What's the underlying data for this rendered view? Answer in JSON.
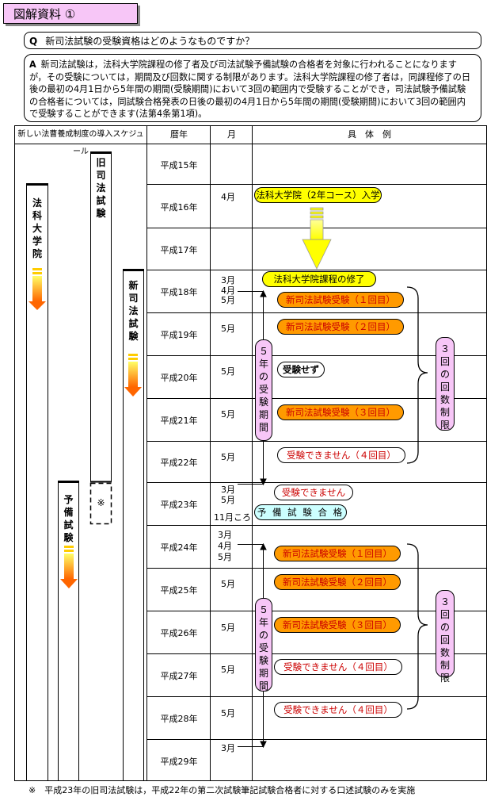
{
  "title": "図解資料 ①",
  "question": {
    "mark": "Q",
    "text": "新司法試験の受験資格はどのようなものですか？"
  },
  "answer": {
    "mark": "A",
    "text": "新司法試験は，法科大学院課程の修了者及び司法試験予備試験の合格者を対象に行われることになりますが，その受験については，期間及び回数に関する制限があります。法科大学院課程の修了者は，同課程修了の日後の最初の4月1日から5年間の期間(受験期間)において3回の範囲内で受験することができ，司法試験予備試験の合格者については，同試験合格発表の日後の最初の4月1日から5年間の期間(受験期間)において3回の範囲内で受験することができます(法第4条第1項)。"
  },
  "table_headers": {
    "schedule": "新しい法曹養成制度の導入スケジュール",
    "year": "暦年",
    "month": "月",
    "example": "具　体　例"
  },
  "years": [
    "平成15年",
    "平成16年",
    "平成17年",
    "平成18年",
    "平成19年",
    "平成20年",
    "平成21年",
    "平成22年",
    "平成23年",
    "平成24年",
    "平成25年",
    "平成26年",
    "平成27年",
    "平成28年",
    "平成29年"
  ],
  "tracks": {
    "law_school": "法科大学院",
    "old_exam": "旧司法試験",
    "new_exam": "新司法試験",
    "prelim": "予備試験",
    "old_note": "※"
  },
  "months": {
    "m1": "4月",
    "m2": "3月",
    "m3": "4月",
    "m4": "5月",
    "m5": "5月",
    "m6": "5月",
    "m7": "5月",
    "m8": "5月",
    "m9": "3月",
    "m10": "5月",
    "m11": "11月ころ",
    "m12": "3月",
    "m13": "4月",
    "m14": "5月",
    "m15": "5月",
    "m16": "5月",
    "m17": "5月",
    "m18": "5月",
    "m19": "3月"
  },
  "events": {
    "enroll": "法科大学院（2年コース）入学",
    "complete": "法科大学院課程の修了",
    "a1": "新司法試験受験（１回目）",
    "a2": "新司法試験受験（２回目）",
    "a3": "受験せず",
    "a4": "新司法試験受験（３回目）",
    "a5": "受験できません（４回目）",
    "a6": "受験できません",
    "pass": "予 備 試 験 合 格",
    "b1": "新司法試験受験（１回目）",
    "b2": "新司法試験受験（２回目）",
    "b3": "新司法試験受験（３回目）",
    "b4": "受験できません（４回目）",
    "b5": "受験できません（４回目）"
  },
  "period_label": "５年の受験期間",
  "limit_label": "３回の回数制限",
  "footnote": "※　平成23年の旧司法試験は，平成22年の第二次試験筆記試験合格者に対する口述試験のみを実施",
  "colors": {
    "orange": "#ff9a00",
    "pink": "#f7c6f7",
    "yellow": "#ffff00",
    "cyan": "#ccffff",
    "red": "#cc0000"
  }
}
